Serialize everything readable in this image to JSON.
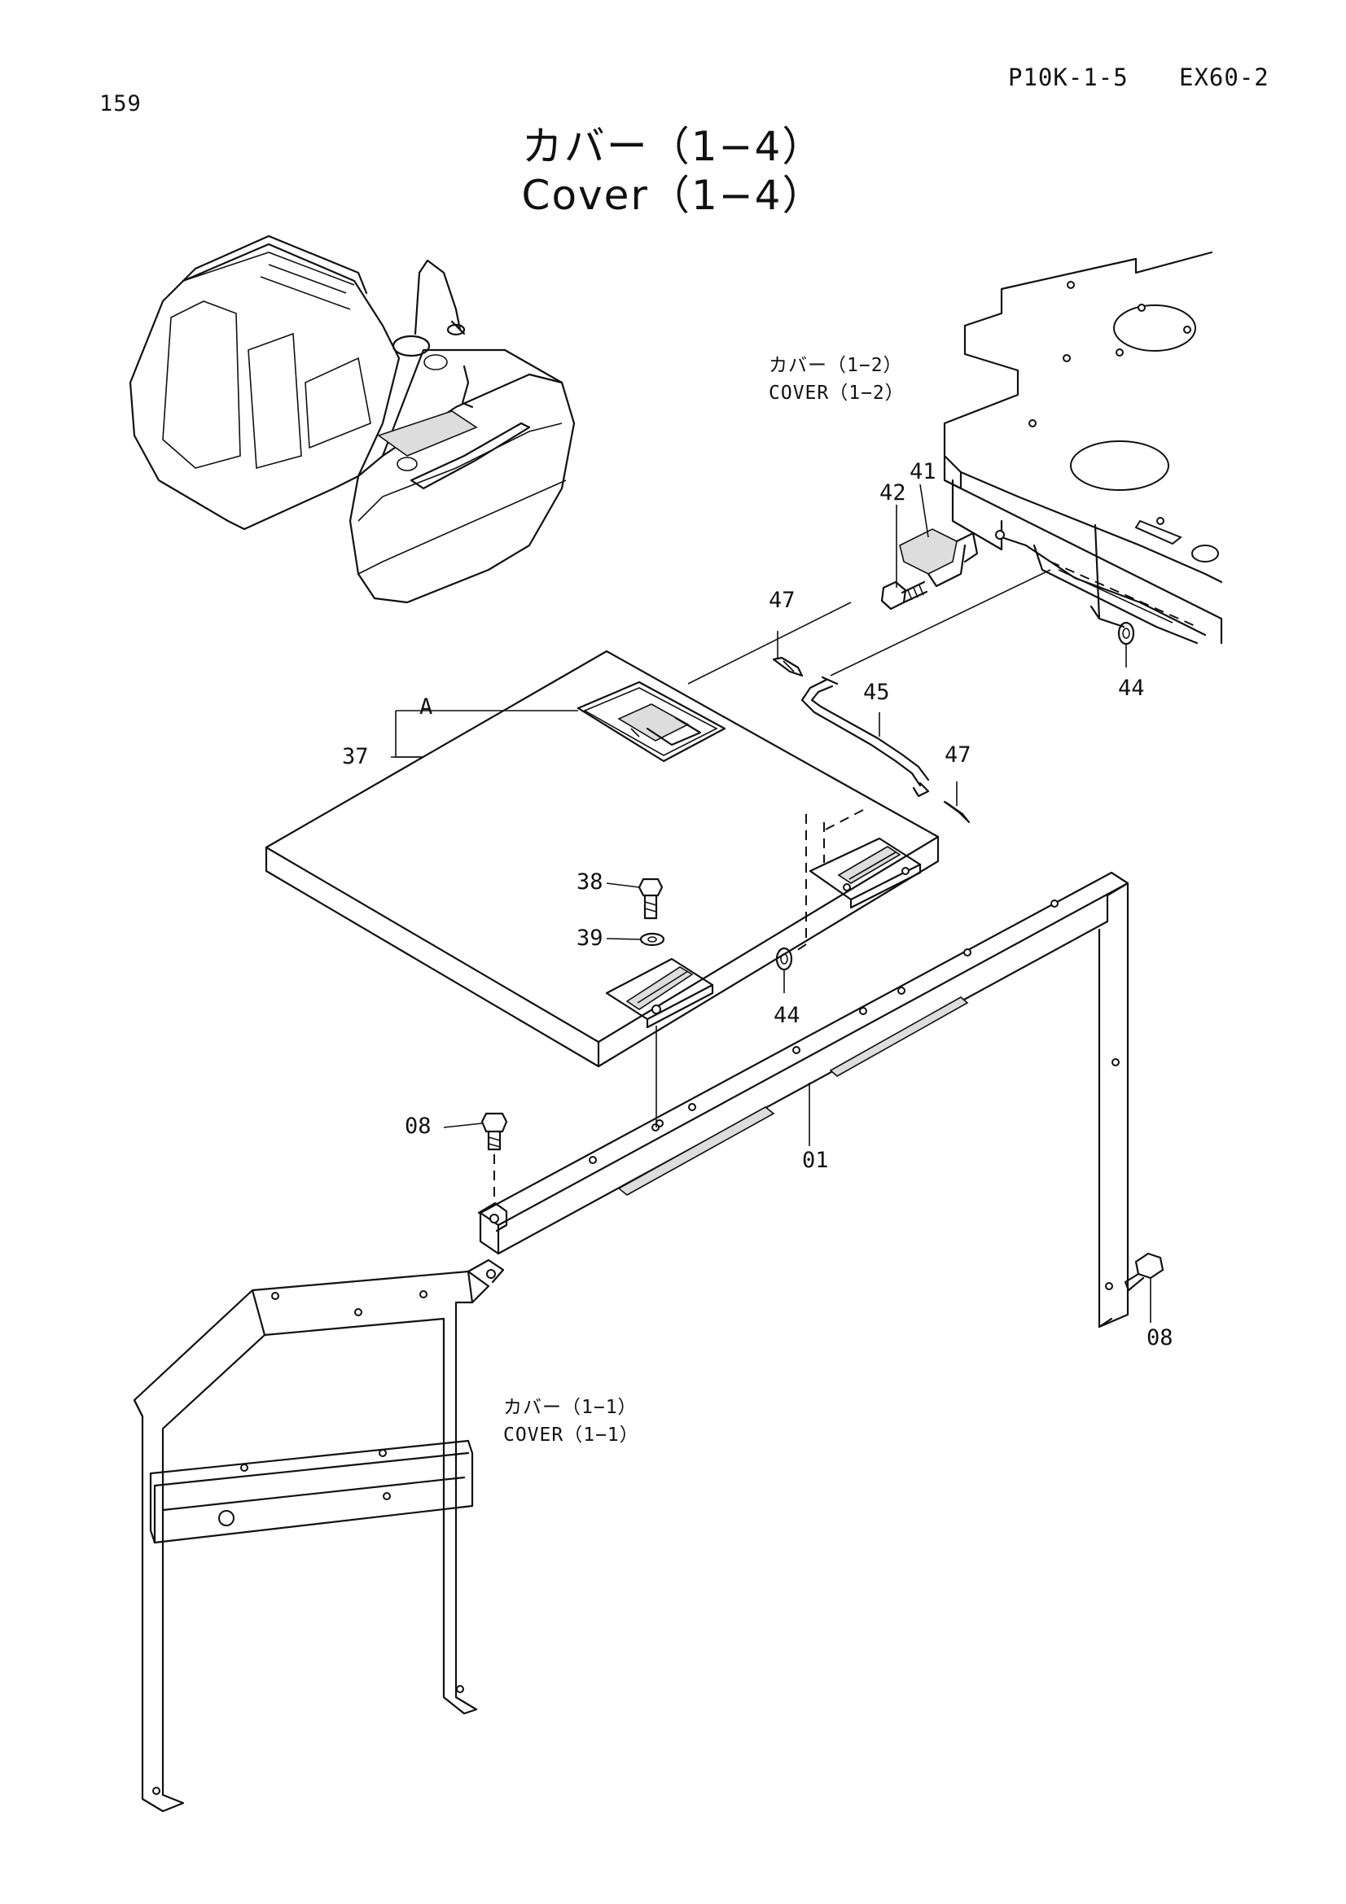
{
  "header": {
    "page_number": "159",
    "section_code": "P10K-1-5",
    "model": "EX60-2"
  },
  "title": {
    "japanese": "カバー（1−4）",
    "english": "Cover（1−4）"
  },
  "references": {
    "cover_1_2": {
      "japanese": "カバー（1−2）",
      "english": "COVER（1−2）"
    },
    "cover_1_1": {
      "japanese": "カバー（1−1）",
      "english": "COVER（1−1）"
    }
  },
  "callouts": {
    "c01": "01",
    "c08_left": "08",
    "c08_right": "08",
    "c37": "37",
    "cA": "A",
    "c38": "38",
    "c39": "39",
    "c41": "41",
    "c42": "42",
    "c44_center": "44",
    "c44_right": "44",
    "c45": "45",
    "c47_top": "47",
    "c47_right": "47"
  }
}
